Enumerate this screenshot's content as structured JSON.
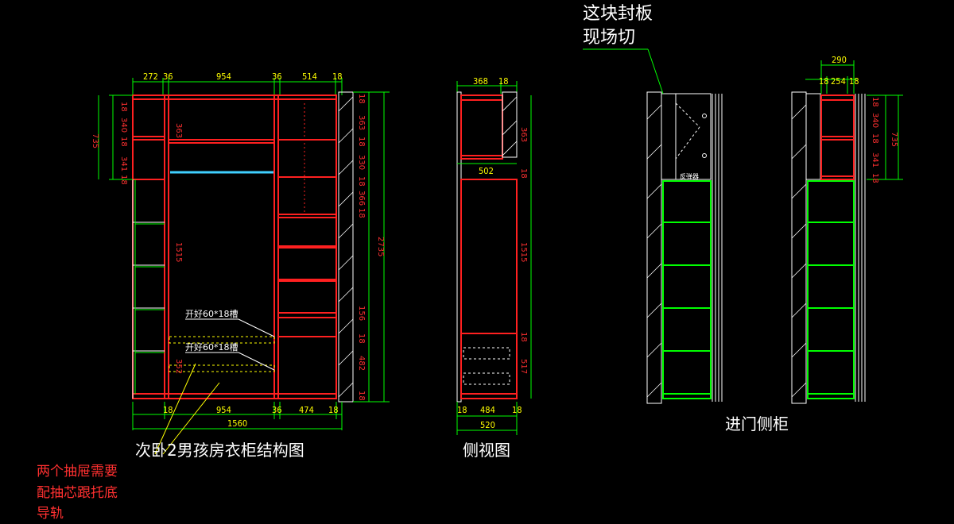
{
  "labels": {
    "main_title": "次卧2男孩房衣柜结构图",
    "side_title": "侧视图",
    "door_title": "进门侧柜",
    "note_red_line1": "两个抽屉需要",
    "note_red_line2": "配抽芯跟托底",
    "note_red_line3": "导轨",
    "note_top_line1": "这块封板",
    "note_top_line2": "现场切",
    "groove_1": "开好60*18槽",
    "groove_2": "开好60*18槽",
    "hinge": "反弹器"
  },
  "dims": {
    "main_top": [
      "272",
      "36",
      "954",
      "36",
      "514",
      "18"
    ],
    "main_bottom": [
      "18",
      "954",
      "36",
      "474",
      "18"
    ],
    "main_total": "1560",
    "main_left": [
      "18",
      "340",
      "18",
      "341",
      "18"
    ],
    "main_left_total": "735",
    "main_inner": [
      "363",
      "1515",
      "352"
    ],
    "main_right": [
      "18",
      "363",
      "18",
      "330",
      "18",
      "366",
      "18",
      "156",
      "18",
      "482",
      "18"
    ],
    "main_height": "2735",
    "side_top": [
      "368",
      "18"
    ],
    "side_mid": "502",
    "side_right": [
      "363",
      "18",
      "1515",
      "18",
      "517"
    ],
    "side_bottom": [
      "18",
      "484",
      "18"
    ],
    "side_total": "520",
    "door_top_total": "290",
    "door_top": [
      "18",
      "254",
      "18"
    ],
    "door_right": [
      "18",
      "340",
      "18",
      "341",
      "18"
    ],
    "door_right_total": "735"
  },
  "colors": {
    "panel": "#ff2020",
    "dim_line": "#00ff00",
    "wall": "#ffffff",
    "text": "#ffffff",
    "dim_text": "#ffff00"
  }
}
